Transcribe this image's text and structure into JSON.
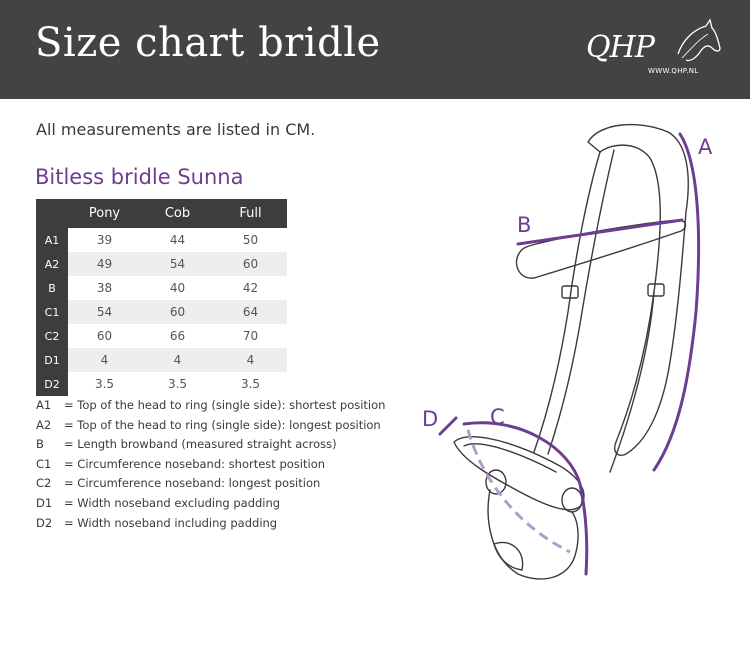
{
  "header": {
    "title": "Size chart bridle",
    "logo_text": "QHP",
    "logo_url": "WWW.QHP.NL"
  },
  "intro": "All measurements are listed in CM.",
  "product_title": "Bitless bridle Sunna",
  "table": {
    "columns": [
      "Pony",
      "Cob",
      "Full"
    ],
    "rows": [
      {
        "label": "A1",
        "values": [
          "39",
          "44",
          "50"
        ]
      },
      {
        "label": "A2",
        "values": [
          "49",
          "54",
          "60"
        ]
      },
      {
        "label": "B",
        "values": [
          "38",
          "40",
          "42"
        ]
      },
      {
        "label": "C1",
        "values": [
          "54",
          "60",
          "64"
        ]
      },
      {
        "label": "C2",
        "values": [
          "60",
          "66",
          "70"
        ]
      },
      {
        "label": "D1",
        "values": [
          "4",
          "4",
          "4"
        ]
      },
      {
        "label": "D2",
        "values": [
          "3.5",
          "3.5",
          "3.5"
        ]
      }
    ]
  },
  "legend": [
    {
      "code": "A1",
      "text": "= Top of the head to ring (single side): shortest position"
    },
    {
      "code": "A2",
      "text": "= Top of the head to ring (single side): longest position"
    },
    {
      "code": "B",
      "text": "= Length browband (measured straight across)"
    },
    {
      "code": "C1",
      "text": "= Circumference noseband: shortest position"
    },
    {
      "code": "C2",
      "text": "= Circumference noseband: longest position"
    },
    {
      "code": "D1",
      "text": "= Width noseband excluding padding"
    },
    {
      "code": "D2",
      "text": "= Width noseband including padding"
    }
  ],
  "diagram_labels": {
    "a": "A",
    "b": "B",
    "c": "C",
    "d": "D"
  },
  "colors": {
    "header_bg": "#434245",
    "accent_purple": "#6d3d91",
    "table_dark": "#3d3c3f",
    "row_alt": "#eeeeef"
  }
}
